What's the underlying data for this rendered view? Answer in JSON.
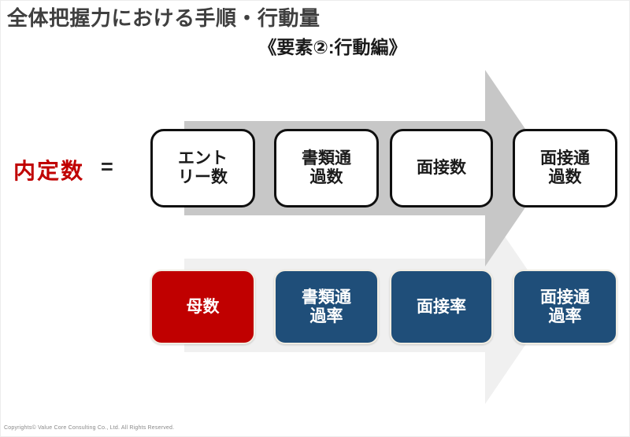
{
  "slide": {
    "title": "全体把握力における手順・行動量",
    "subtitle": "《要素②:行動編》",
    "formula": {
      "result_label": "内定数",
      "equals": "="
    },
    "top_row": {
      "boxes": [
        {
          "label": "エント\nリー数"
        },
        {
          "label": "書類通\n過数"
        },
        {
          "label": "面接数"
        },
        {
          "label": "面接通\n過数"
        }
      ]
    },
    "bottom_row": {
      "boxes": [
        {
          "label": "母数",
          "color": "#C00000"
        },
        {
          "label": "書類通\n過率",
          "color": "#1F4E79"
        },
        {
          "label": "面接率",
          "color": "#1F4E79"
        },
        {
          "label": "面接通\n過率",
          "color": "#1F4E79"
        }
      ]
    },
    "colors": {
      "accent_red": "#C00000",
      "accent_navy": "#1F4E79",
      "arrow_top_gray": "#C7C7C7",
      "arrow_bottom_gray": "#F0F0F0",
      "title_gray": "#3F3F3F"
    },
    "footer": "Copyrights© Value Core Consulting Co., Ltd.  All Rights Reserved."
  }
}
